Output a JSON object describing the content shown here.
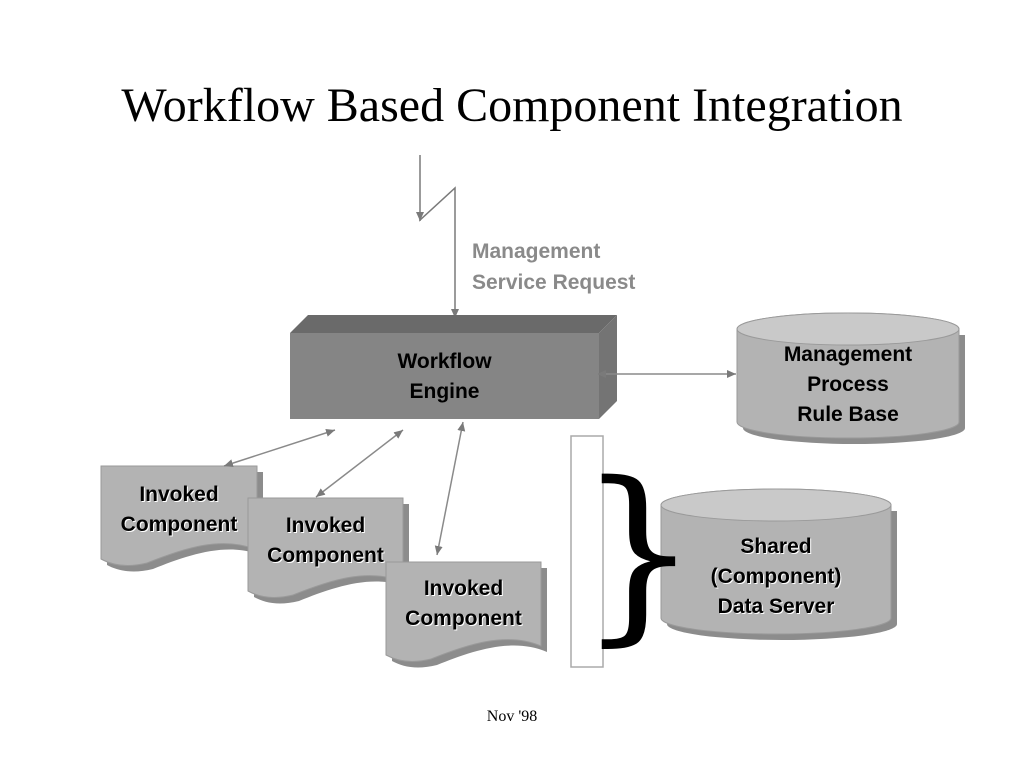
{
  "slide": {
    "title": "Workflow Based Component Integration",
    "footer": "Nov '98"
  },
  "request": {
    "line1": "Management",
    "line2": "Service Request"
  },
  "engine": {
    "line1": "Workflow",
    "line2": "Engine"
  },
  "rulebase": {
    "line1": "Management",
    "line2": "Process",
    "line3": "Rule Base"
  },
  "dataserver": {
    "line1": "Shared",
    "line2": "(Component)",
    "line3": "Data Server"
  },
  "components": [
    {
      "line1": "Invoked",
      "line2": "Component"
    },
    {
      "line1": "Invoked",
      "line2": "Component"
    },
    {
      "line1": "Invoked",
      "line2": "Component"
    }
  ],
  "brace": "}",
  "colors": {
    "engine_front": "#858585",
    "engine_top": "#6a6a6a",
    "engine_side": "#747474",
    "shape_fill": "#b3b3b3",
    "request_text": "#8a8a8a"
  }
}
